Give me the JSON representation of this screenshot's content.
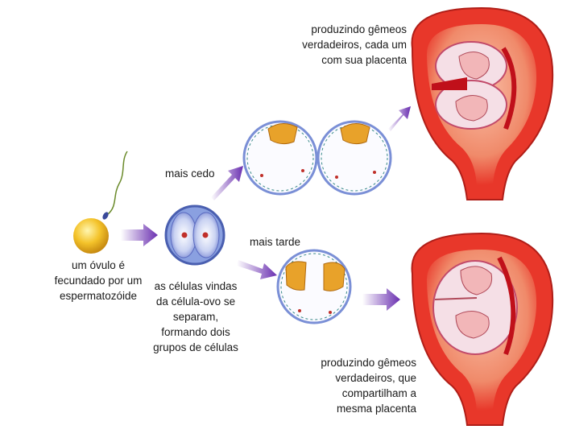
{
  "labels": {
    "egg": [
      "um óvulo é",
      "fecundado por um",
      "espermatozóide"
    ],
    "cells": [
      "as células vindas",
      "da célula-ovo se",
      "separam,",
      "formando dois",
      "grupos de células"
    ],
    "early": "mais cedo",
    "late": "mais tarde",
    "twins_separate": [
      "produzindo gêmeos",
      "verdadeiros, cada um",
      "com sua placenta"
    ],
    "twins_shared": [
      "produzindo gêmeos",
      "verdadeiros, que",
      "compartilham a",
      "mesma placenta"
    ]
  },
  "colors": {
    "arrow": "#6a2fb0",
    "uterus_outer": "#e8372a",
    "uterus_inner": "#f6a48a",
    "egg": "#f4c32a",
    "cell_blue": "#7a8fd6",
    "cluster": "#e8a22a"
  }
}
